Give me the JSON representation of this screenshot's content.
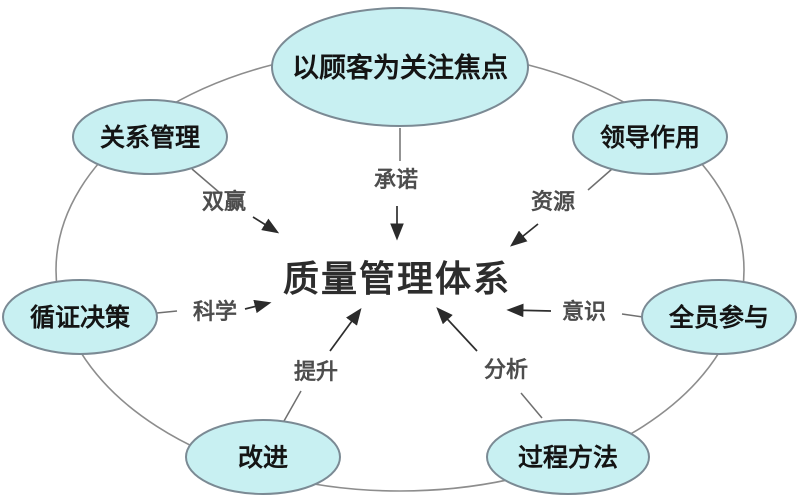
{
  "diagram": {
    "title": "质量管理体系",
    "nodes": [
      {
        "id": "customer-focus",
        "label": "以顾客为关注焦点"
      },
      {
        "id": "relationship-management",
        "label": "关系管理"
      },
      {
        "id": "leadership",
        "label": "领导作用"
      },
      {
        "id": "evidence-based-decision",
        "label": "循证决策"
      },
      {
        "id": "full-participation",
        "label": "全员参与"
      },
      {
        "id": "improvement",
        "label": "改进"
      },
      {
        "id": "process-approach",
        "label": "过程方法"
      }
    ],
    "edges": [
      {
        "from": "customer-focus",
        "to": "center",
        "label": "承诺"
      },
      {
        "from": "relationship-management",
        "to": "center",
        "label": "双赢"
      },
      {
        "from": "leadership",
        "to": "center",
        "label": "资源"
      },
      {
        "from": "evidence-based-decision",
        "to": "center",
        "label": "科学"
      },
      {
        "from": "full-participation",
        "to": "center",
        "label": "意识"
      },
      {
        "from": "improvement",
        "to": "center",
        "label": "提升"
      },
      {
        "from": "process-approach",
        "to": "center",
        "label": "分析"
      }
    ],
    "colors": {
      "node_fill": "#c8f0f2",
      "node_stroke": "#7b8a94",
      "outer_ring_stroke": "#8d8d8d",
      "node_label_color": "#141414",
      "center_title_color": "#2d2d2d",
      "edge_label_color": "#4d4d4d",
      "arrow_color": "#2e2e2e",
      "background": "#ffffff"
    }
  }
}
